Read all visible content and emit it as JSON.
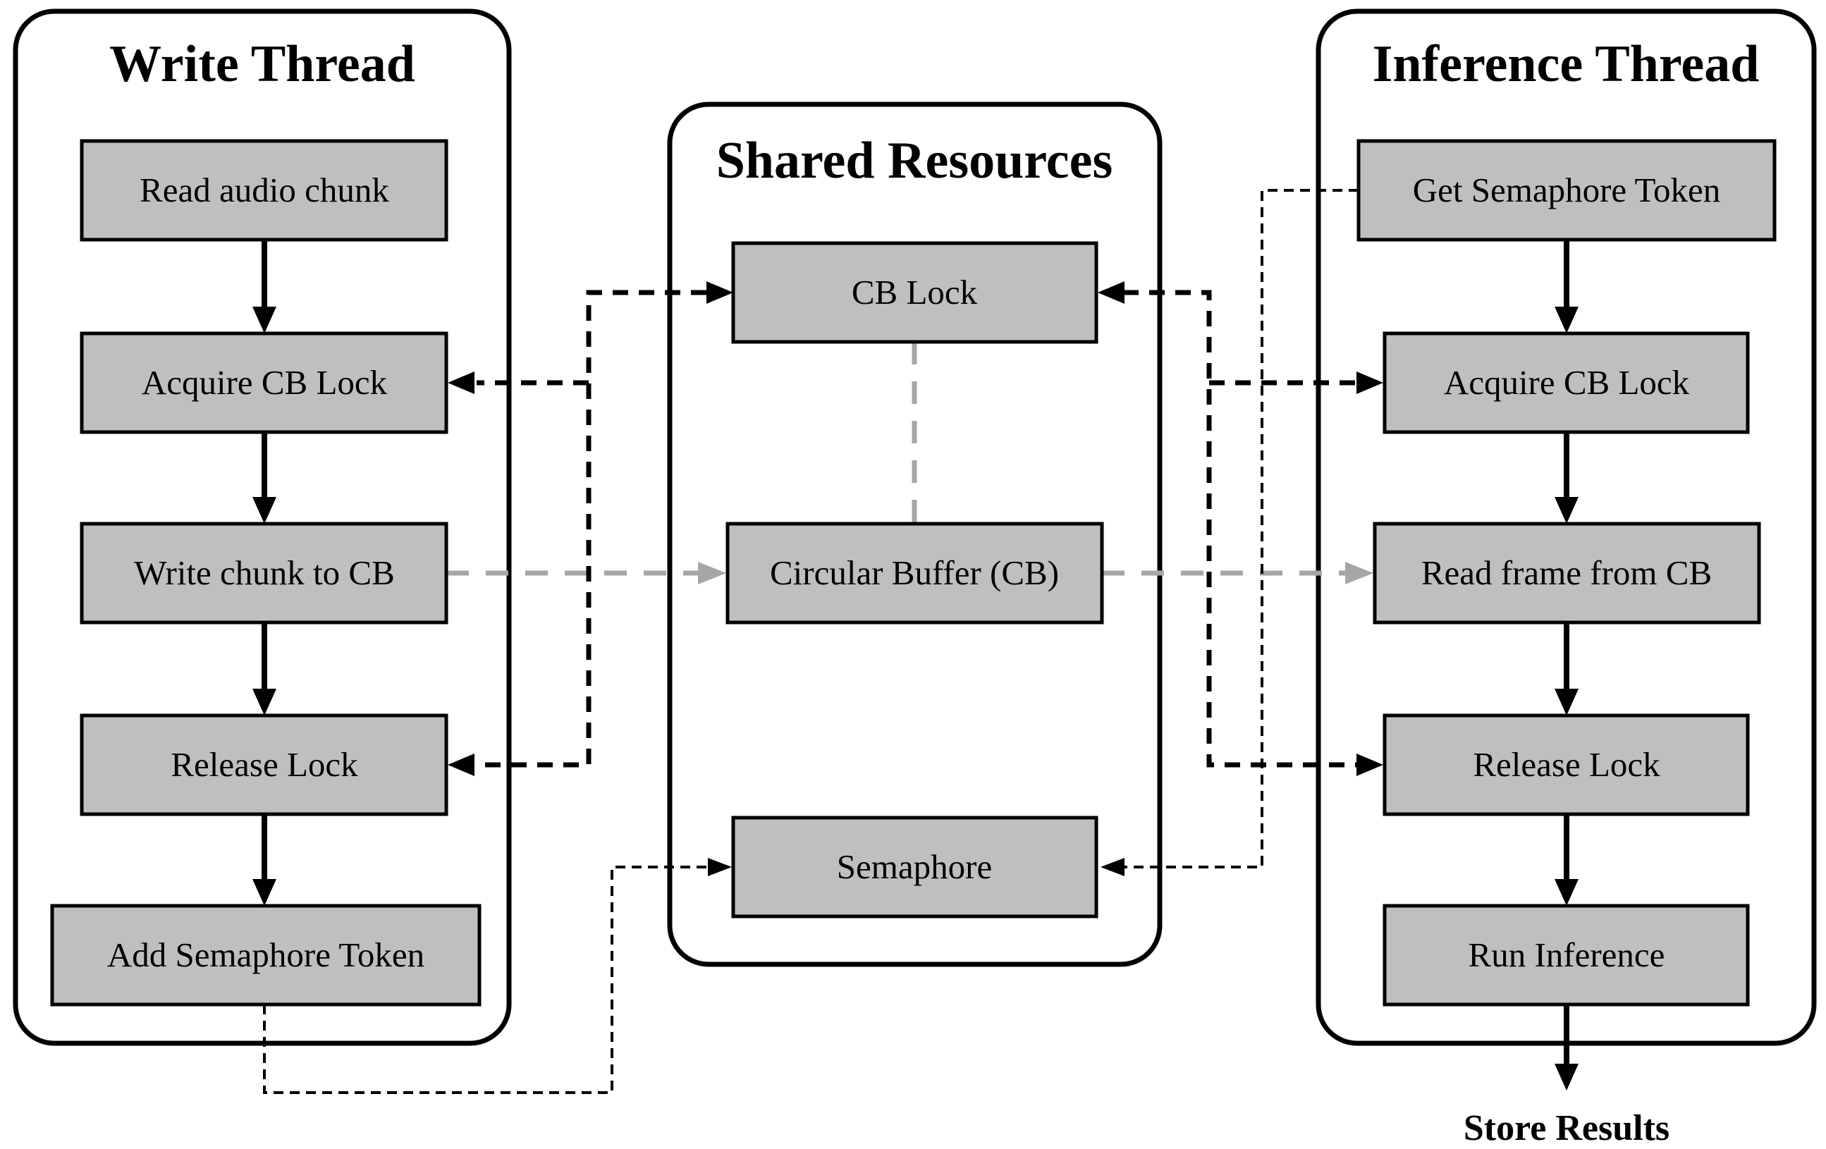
{
  "diagram": {
    "write_thread": {
      "title": "Write Thread",
      "steps": [
        "Read audio chunk",
        "Acquire CB Lock",
        "Write chunk to CB",
        "Release Lock",
        "Add Semaphore Token"
      ]
    },
    "shared_resources": {
      "title": "Shared Resources",
      "items": [
        "CB Lock",
        "Circular Buffer (CB)",
        "Semaphore"
      ]
    },
    "inference_thread": {
      "title": "Inference Thread",
      "steps": [
        "Get Semaphore Token",
        "Acquire CB Lock",
        "Read frame from CB",
        "Release Lock",
        "Run Inference"
      ]
    },
    "output": {
      "label": "Store Results"
    },
    "colors": {
      "background": "#ffffff",
      "box_fill": "#bfbfbf",
      "box_stroke": "#000000",
      "panel_stroke": "#000000",
      "flow_arrow": "#000000",
      "lock_link": "#000000",
      "data_link": "#a6a6a6",
      "semaphore_link": "#000000"
    }
  }
}
